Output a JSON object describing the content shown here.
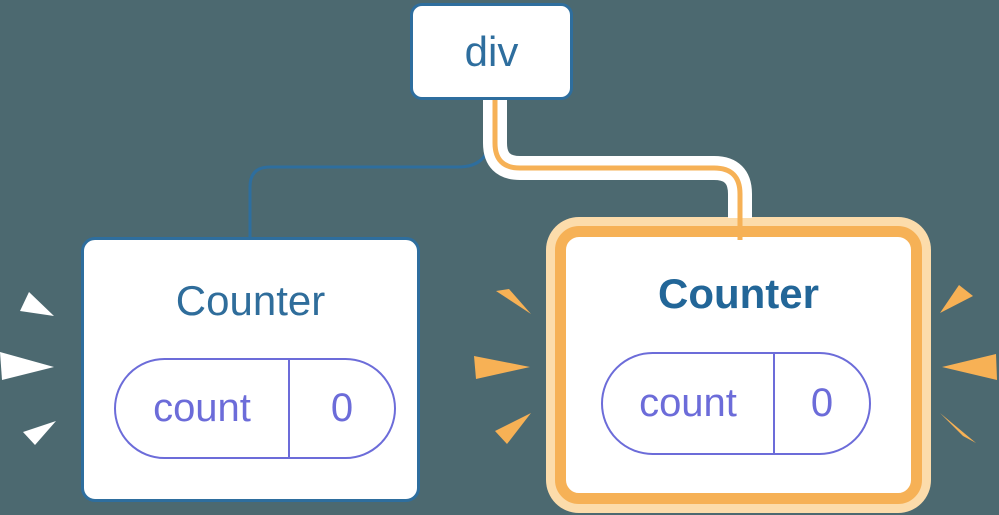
{
  "background_color": "#4c6970",
  "tree": {
    "root": {
      "label": "div"
    },
    "edges": [
      {
        "name": "edge-to-left-counter",
        "color": "#2e6e9e",
        "style": "thin-line"
      },
      {
        "name": "edge-to-right-counter",
        "color": "#f6b156",
        "style": "thick-white-outlined"
      }
    ],
    "children": [
      {
        "label": "Counter",
        "highlighted": false,
        "state": {
          "key": "count",
          "value": "0"
        },
        "spark_color": "#ffffff"
      },
      {
        "label": "Counter",
        "highlighted": true,
        "state": {
          "key": "count",
          "value": "0"
        },
        "spark_color": "#f7b155"
      }
    ]
  },
  "colors": {
    "node_border_blue": "#2e6e9e",
    "title_blue": "#2f6d9b",
    "title_blue_bold": "#226698",
    "state_purple": "#6c6cd9",
    "highlight_orange": "#f6b156",
    "highlight_orange_light": "#fcdcab",
    "card_background": "#ffffff"
  }
}
